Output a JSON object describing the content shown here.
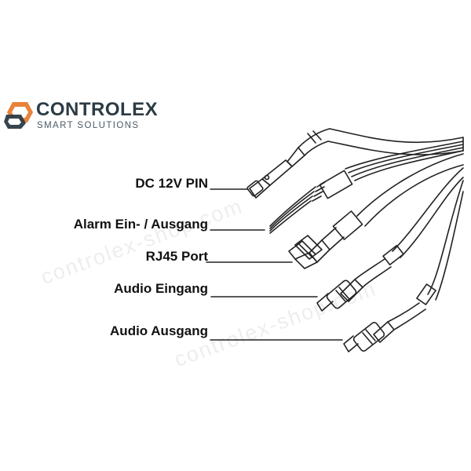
{
  "brand": {
    "name": "CONTROLEX",
    "tagline": "SMART SOLUTIONS",
    "colors": {
      "orange": "#e8833a",
      "dark": "#2d3b45"
    }
  },
  "labels": {
    "dc": "DC 12V PIN",
    "alarm": "Alarm Ein- / Ausgang",
    "rj45": "RJ45 Port",
    "audio_in": "Audio Eingang",
    "audio_out": "Audio Ausgang"
  },
  "watermark": "controlex-shop.com"
}
